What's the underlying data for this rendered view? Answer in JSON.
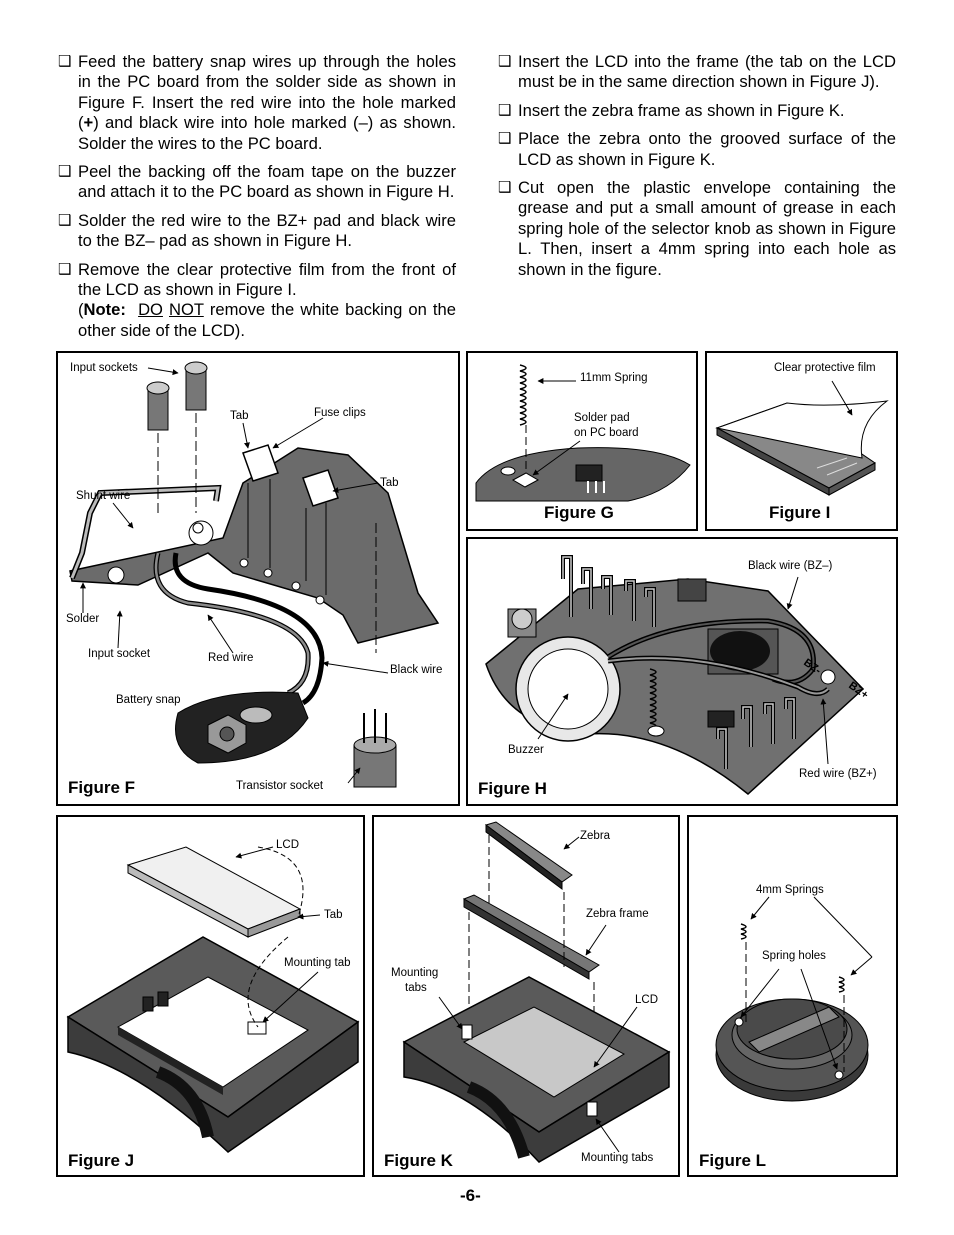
{
  "steps_left": [
    {
      "pre": "Feed the battery snap wires up through the holes in the PC board from the solder side as shown in Figure F. Insert the red wire into the hole marked (",
      "bold": "+",
      "post": ") and black wire into hole marked (–) as shown. Solder the wires to the PC board."
    },
    {
      "text": "Peel the backing off the foam tape on the buzzer and attach it to the PC board as shown in Figure H."
    },
    {
      "text": "Solder the red wire to the BZ+ pad and black wire to the BZ– pad as shown in Figure H."
    },
    {
      "text": "Remove the clear protective film from the front of the LCD as shown in Figure I.",
      "note_open": "(",
      "note_label": "Note:",
      "note_do": "DO",
      "note_not": "NOT",
      "note_rest": "remove the white backing on the other side of the LCD)."
    }
  ],
  "steps_right": [
    {
      "text": "Insert the LCD into the frame (the tab on the LCD must be in the same direction shown in Figure J)."
    },
    {
      "text": "Insert the zebra frame as shown in Figure K."
    },
    {
      "text": "Place the zebra onto the grooved surface of the LCD as shown in Figure K."
    },
    {
      "text": "Cut open the plastic envelope containing the grease and put a small amount of grease in each spring hole of the selector knob as shown in Figure L. Then, insert a 4mm spring into each hole as shown in the figure."
    }
  ],
  "checkbox_glyph": "❑",
  "figures": {
    "f": {
      "title": "Figure F",
      "labels": {
        "input_sockets": "Input sockets",
        "tab1": "Tab",
        "fuse_clips": "Fuse clips",
        "tab2": "Tab",
        "shunt_wire": "Shunt wire",
        "solder": "Solder",
        "input_socket": "Input socket",
        "red_wire": "Red wire",
        "black_wire": "Black wire",
        "battery_snap": "Battery snap",
        "transistor_socket": "Transistor socket"
      }
    },
    "g": {
      "title": "Figure G",
      "labels": {
        "spring": "11mm Spring",
        "solder_pad_1": "Solder pad",
        "solder_pad_2": "on PC board"
      }
    },
    "i": {
      "title": "Figure I",
      "labels": {
        "film": "Clear protective film"
      }
    },
    "h": {
      "title": "Figure H",
      "labels": {
        "black_wire": "Black wire (BZ–)",
        "buzzer": "Buzzer",
        "red_wire": "Red wire (BZ+)",
        "bz_minus": "BZ-",
        "bz_plus": "BZ+"
      }
    },
    "j": {
      "title": "Figure J",
      "labels": {
        "lcd": "LCD",
        "tab": "Tab",
        "mounting_tab": "Mounting tab"
      }
    },
    "k": {
      "title": "Figure K",
      "labels": {
        "zebra": "Zebra",
        "zebra_frame": "Zebra frame",
        "mounting_tabs_1": "Mounting",
        "mounting_tabs_2": "tabs",
        "lcd": "LCD",
        "mounting_tabs_bottom": "Mounting tabs"
      }
    },
    "l": {
      "title": "Figure L",
      "labels": {
        "springs": "4mm Springs",
        "spring_holes": "Spring holes"
      }
    }
  },
  "page_number": "-6-"
}
